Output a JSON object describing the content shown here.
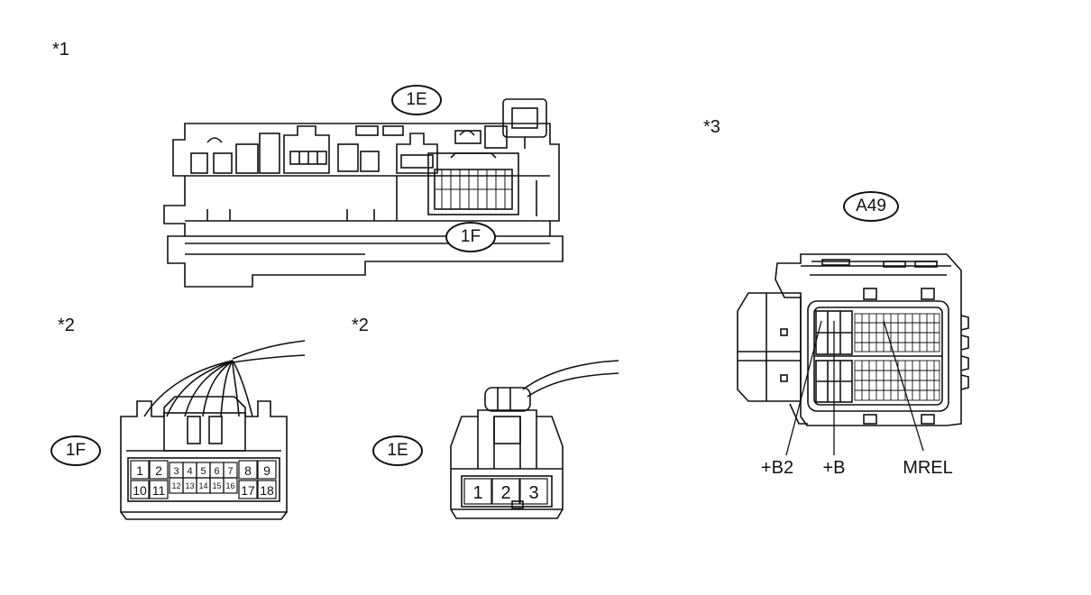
{
  "notes": {
    "n1": "*1",
    "n2a": "*2",
    "n2b": "*2",
    "n3": "*3"
  },
  "tags": {
    "top_1e": "1E",
    "top_1f": "1F",
    "a49": "A49",
    "left_1f": "1F",
    "mid_1e": "1E"
  },
  "connector_1f_pins": {
    "row1_big_left": [
      "1",
      "2"
    ],
    "row1_small": [
      "3",
      "4",
      "5",
      "6",
      "7"
    ],
    "row1_big_right": [
      "8",
      "9"
    ],
    "row2_big_left": [
      "10",
      "11"
    ],
    "row2_small": [
      "12",
      "13",
      "14",
      "15",
      "16"
    ],
    "row2_big_right": [
      "17",
      "18"
    ]
  },
  "connector_1e_pins": [
    "1",
    "2",
    "3"
  ],
  "a49_terminals": {
    "b2": "+B2",
    "b": "+B",
    "mrel": "MREL"
  }
}
